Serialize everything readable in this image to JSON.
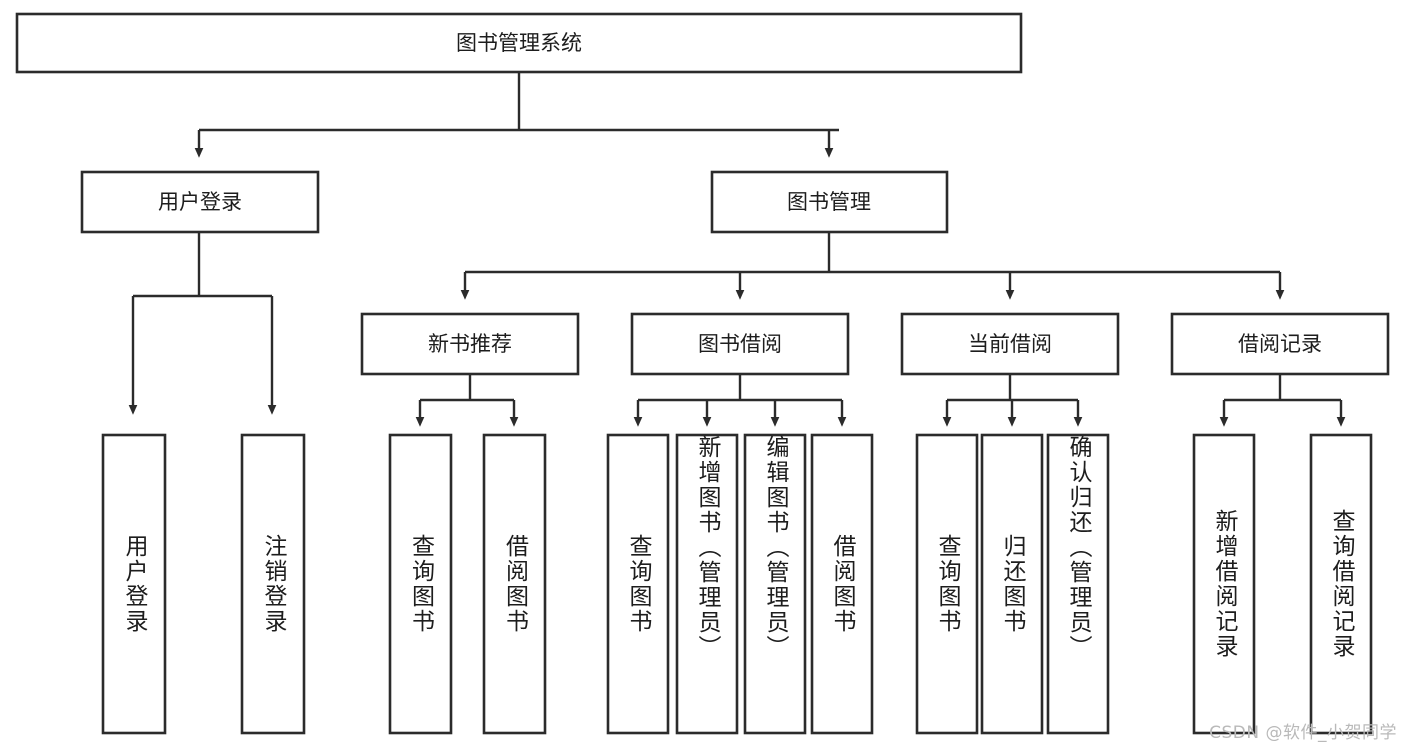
{
  "diagram": {
    "title": "图书管理系统",
    "type": "hierarchy-tree",
    "watermark": "CSDN @软件_小贺同学",
    "colors": {
      "stroke": "#2b2b2b",
      "fill": "#ffffff",
      "text": "#1d1d1d",
      "watermark": "#b9b9b9"
    },
    "root": {
      "label": "图书管理系统"
    },
    "level2": [
      {
        "label": "用户登录"
      },
      {
        "label": "图书管理"
      }
    ],
    "level3": [
      {
        "label": "新书推荐"
      },
      {
        "label": "图书借阅"
      },
      {
        "label": "当前借阅"
      },
      {
        "label": "借阅记录"
      }
    ],
    "leaves": {
      "user_login": [
        {
          "label": "用户登录"
        },
        {
          "label": "注销登录"
        }
      ],
      "new_book_recommend": [
        {
          "label": "查询图书"
        },
        {
          "label": "借阅图书"
        }
      ],
      "book_borrow": [
        {
          "label": "查询图书"
        },
        {
          "label": "新增图书（管理员）"
        },
        {
          "label": "编辑图书（管理员）"
        },
        {
          "label": "借阅图书"
        }
      ],
      "current_borrow": [
        {
          "label": "查询图书"
        },
        {
          "label": "归还图书"
        },
        {
          "label": "确认归还（管理员）"
        }
      ],
      "borrow_record": [
        {
          "label": "新增借阅记录"
        },
        {
          "label": "查询借阅记录"
        }
      ]
    }
  }
}
